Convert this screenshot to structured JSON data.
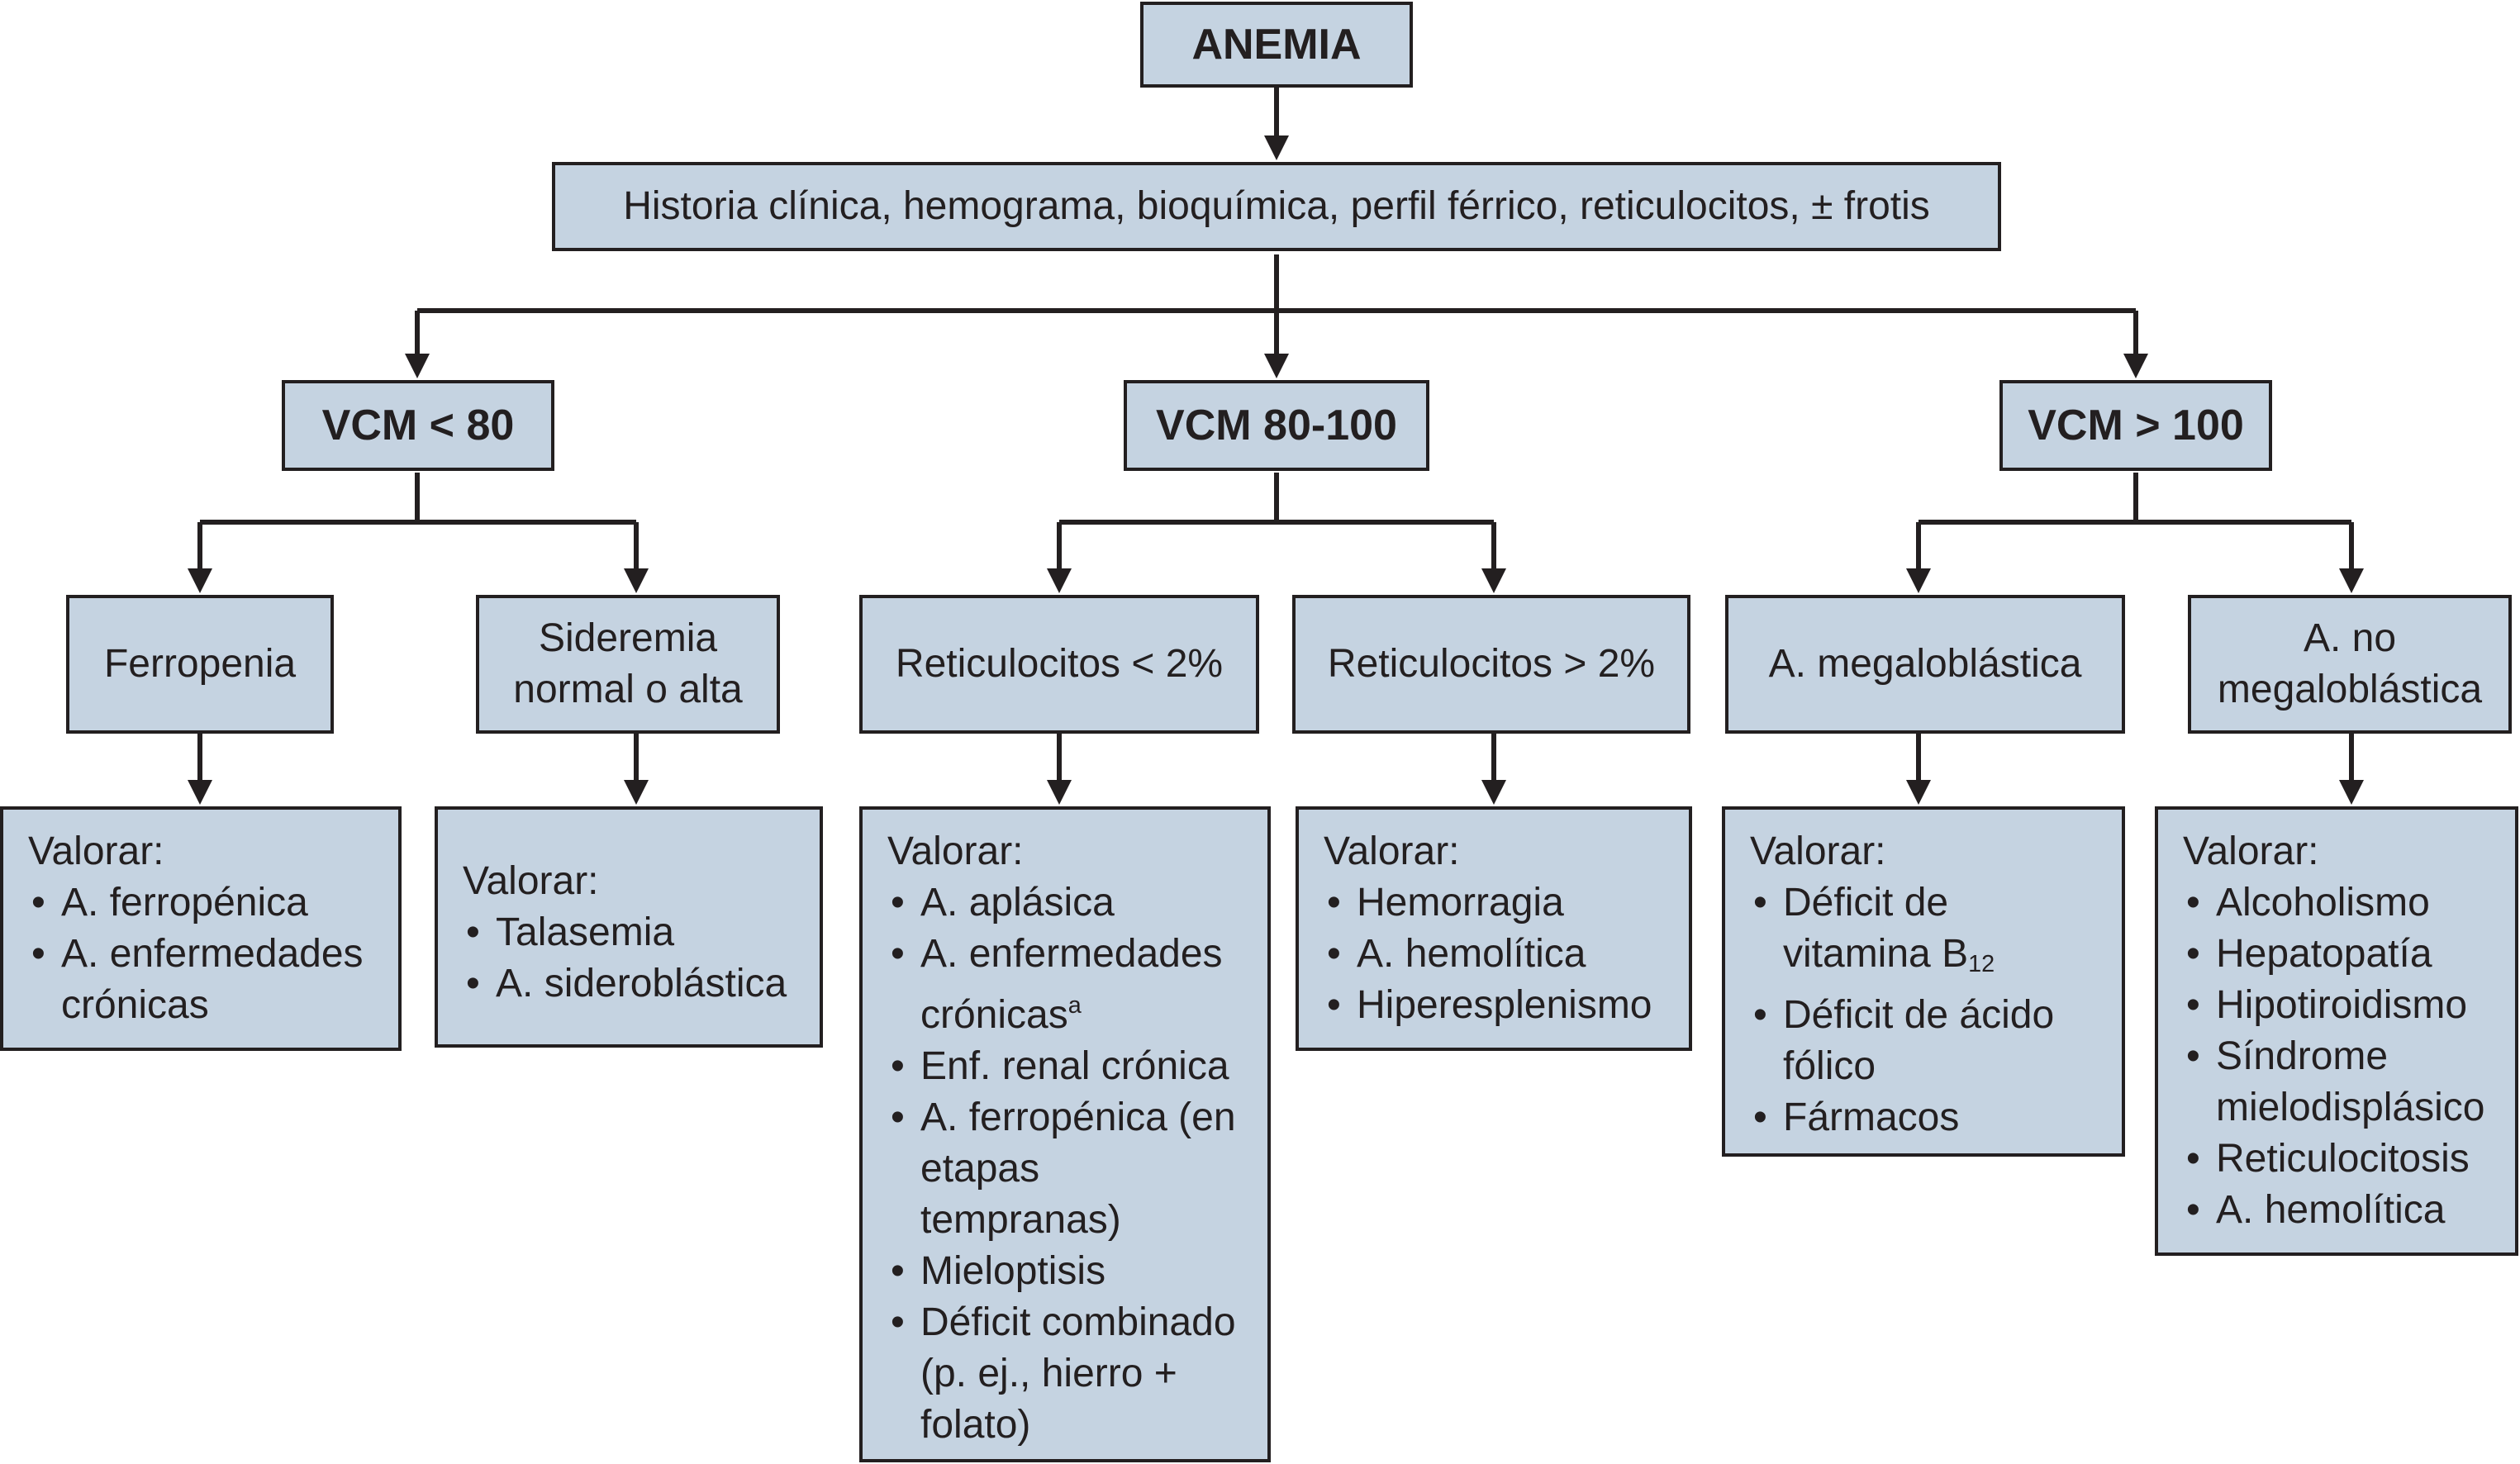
{
  "root": {
    "label": "ANEMIA"
  },
  "workup": {
    "label": "Historia clínica, hemograma, bioquímica, perfil férrico, reticulocitos, ± frotis"
  },
  "branches": {
    "low": {
      "label": "VCM < 80",
      "left": {
        "label": "Ferropenia",
        "assess_title": "Valorar:",
        "items": [
          "A. ferropénica",
          "A. enfermedades crónicas"
        ]
      },
      "right": {
        "label": "Sideremia normal o alta",
        "assess_title": "Valorar:",
        "items": [
          "Talasemia",
          "A. sideroblástica"
        ]
      }
    },
    "normal": {
      "label": "VCM 80-100",
      "left": {
        "label": "Reticulocitos < 2%",
        "assess_title": "Valorar:",
        "items": [
          "A. aplásica",
          "A. enfermedades crónicas",
          "Enf. renal crónica",
          "A. ferropénica (en etapas tempranas)",
          "Mieloptisis",
          "Déficit combinado (p. ej., hierro + folato)"
        ],
        "footnote_mark": "a"
      },
      "right": {
        "label": "Reticulocitos > 2%",
        "assess_title": "Valorar:",
        "items": [
          "Hemorragia",
          "A. hemolítica",
          "Hiperesplenismo"
        ]
      }
    },
    "high": {
      "label": "VCM > 100",
      "left": {
        "label": "A. megaloblástica",
        "assess_title": "Valorar:",
        "items": [
          "Déficit de vitamina B",
          "Déficit de ácido fólico",
          "Fármacos"
        ],
        "subscript": "12"
      },
      "right": {
        "label": "A. no megaloblástica",
        "assess_title": "Valorar:",
        "items": [
          "Alcoholismo",
          "Hepatopatía",
          "Hipotiroidismo",
          "Síndrome mielodisplásico",
          "Reticulocitosis",
          "A. hemolítica"
        ]
      }
    }
  }
}
